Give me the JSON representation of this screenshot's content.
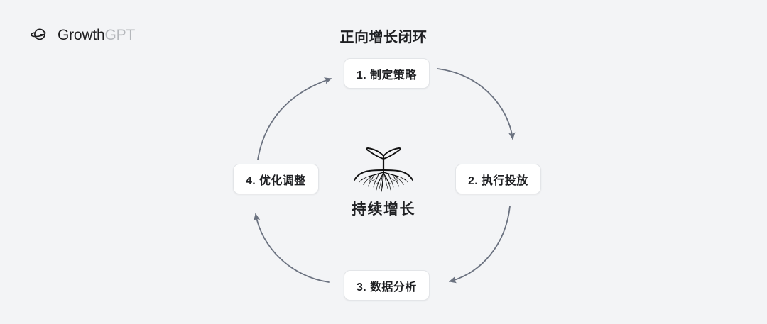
{
  "background_color": "#f3f4f6",
  "brand": {
    "icon": "saturn-g-logo-icon",
    "name_primary": "Growth",
    "name_secondary": "GPT",
    "color_primary": "#1d1d1f",
    "color_secondary": "#b4b7bb"
  },
  "diagram": {
    "title": "正向增长闭环",
    "type": "cycle",
    "accent_color": "#6b7280",
    "node_text_color": "#1f2023",
    "node_bg_color": "#ffffff",
    "node_border_color": "#e3e5e8",
    "nodes": [
      {
        "id": "node-1",
        "label": "1. 制定策略",
        "position": "top"
      },
      {
        "id": "node-2",
        "label": "2. 执行投放",
        "position": "right"
      },
      {
        "id": "node-3",
        "label": "3. 数据分析",
        "position": "bottom"
      },
      {
        "id": "node-4",
        "label": "4. 优化调整",
        "position": "left"
      }
    ],
    "arrows": [
      {
        "from": "node-1",
        "to": "node-2",
        "direction": "clockwise"
      },
      {
        "from": "node-2",
        "to": "node-3",
        "direction": "clockwise"
      },
      {
        "from": "node-3",
        "to": "node-4",
        "direction": "clockwise"
      },
      {
        "from": "node-4",
        "to": "node-1",
        "direction": "clockwise"
      }
    ],
    "center": {
      "illustration": "sprout-with-roots-icon",
      "caption": "持续增长"
    }
  }
}
